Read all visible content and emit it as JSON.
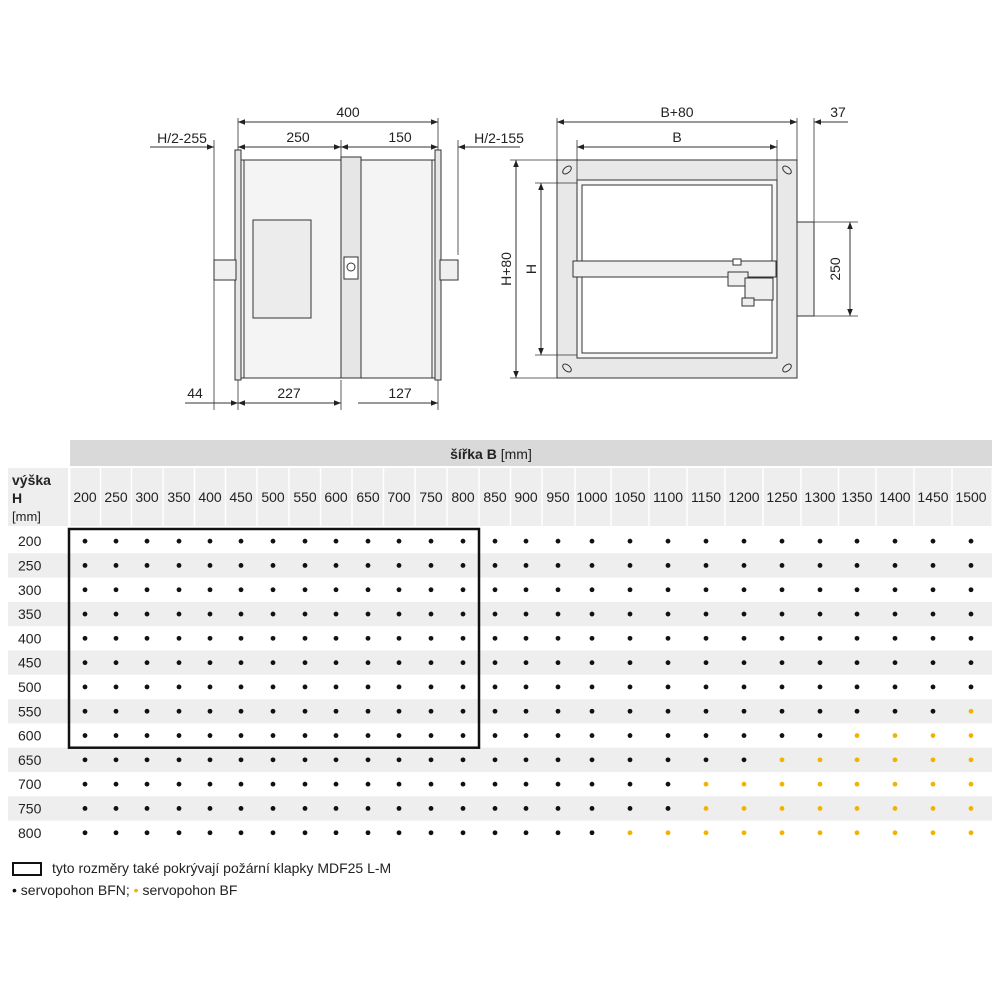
{
  "drawing": {
    "side_view": {
      "total_length": "400",
      "segment_left": "250",
      "segment_right": "150",
      "offset_left": "H/2-255",
      "offset_right": "H/2-155",
      "bottom_left": "44",
      "bottom_mid": "227",
      "bottom_right": "127"
    },
    "front_view": {
      "outer_width": "B+80",
      "inner_width": "B",
      "actuator_offset": "37",
      "outer_height": "H+80",
      "inner_height": "H",
      "actuator_height": "250"
    }
  },
  "table": {
    "header": "šířka B",
    "header_unit": "[mm]",
    "corner_label": "výška",
    "corner_symbol": "H",
    "corner_unit": "[mm]",
    "widths": [
      "200",
      "250",
      "300",
      "350",
      "400",
      "450",
      "500",
      "550",
      "600",
      "650",
      "700",
      "750",
      "800",
      "850",
      "900",
      "950",
      "1000",
      "1050",
      "1100",
      "1150",
      "1200",
      "1250",
      "1300",
      "1350",
      "1400",
      "1450",
      "1500"
    ],
    "heights": [
      "200",
      "250",
      "300",
      "350",
      "400",
      "450",
      "500",
      "550",
      "600",
      "650",
      "700",
      "750",
      "800"
    ],
    "rows": [
      "bbbbbbbbbbbbbbbbbbbbbbbbbbb",
      "bbbbbbbbbbbbbbbbbbbbbbbbbbb",
      "bbbbbbbbbbbbbbbbbbbbbbbbbbb",
      "bbbbbbbbbbbbbbbbbbbbbbbbbbb",
      "bbbbbbbbbbbbbbbbbbbbbbbbbbb",
      "bbbbbbbbbbbbbbbbbbbbbbbbbbb",
      "bbbbbbbbbbbbbbbbbbbbbbbbbbb",
      "bbbbbbbbbbbbbbbbbbbbbbbbbby",
      "bbbbbbbbbbbbbbbbbbbbbbbyyyy",
      "bbbbbbbbbbbbbbbbbbbbbyyyyyy",
      "bbbbbbbbbbbbbbbbbbbyyyyyyyy",
      "bbbbbbbbbbbbbbbbbbbyyyyyyyy",
      "bbbbbbbbbbbbbbbbbyyyyyyyyyy"
    ],
    "highlight_cols": 13,
    "highlight_rows": 9,
    "colors": {
      "bfn": "#111111",
      "bf": "#f0b400",
      "header_bg": "#d9d9d9",
      "stripe_bg": "#eeeeee"
    }
  },
  "legend": {
    "box_text": "tyto rozměry také pokrývají požární klapky MDF25 L-M",
    "bfn_text": "servopohon BFN;",
    "bf_text": "servopohon BF"
  }
}
